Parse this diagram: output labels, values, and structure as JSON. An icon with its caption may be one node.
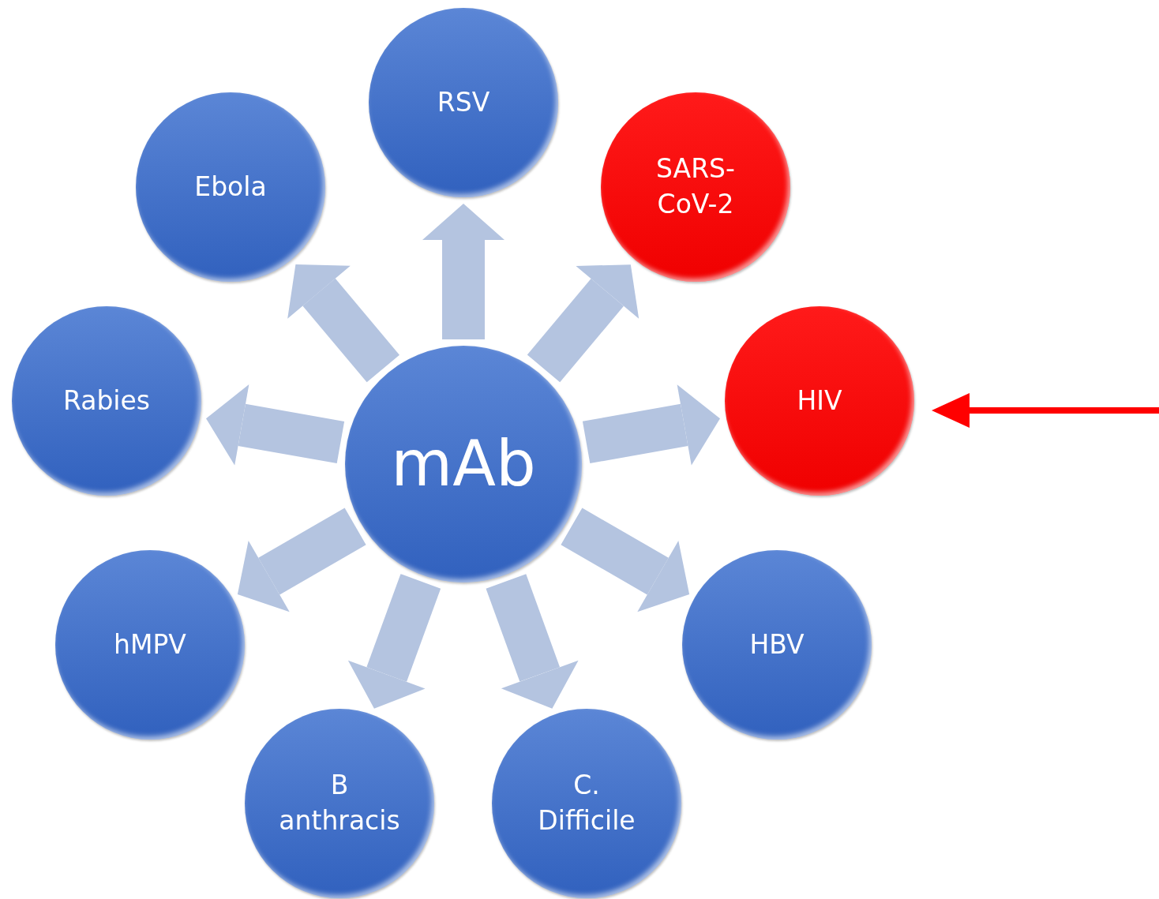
{
  "diagram": {
    "nodes": [
      {
        "text": [
          "mAb"
        ]
      },
      {
        "text": [
          "RSV"
        ]
      },
      {
        "text": [
          "SARS-CoV-2"
        ]
      },
      {
        "text": [
          "HIV"
        ]
      },
      {
        "text": [
          "HBV"
        ]
      },
      {
        "text": [
          "C. Difficile"
        ]
      },
      {
        "text": [
          "B anthracis"
        ]
      },
      {
        "text": [
          "hMPV"
        ]
      },
      {
        "text": [
          "Rabies"
        ]
      },
      {
        "text": [
          "Ebola"
        ]
      }
    ],
    "edges": [
      {
        "from": 0,
        "to": 1,
        "arrow": "to"
      },
      {
        "from": 0,
        "to": 2,
        "arrow": "to"
      },
      {
        "from": 0,
        "to": 3,
        "arrow": "to"
      },
      {
        "from": 0,
        "to": 4,
        "arrow": "to"
      },
      {
        "from": 0,
        "to": 5,
        "arrow": "to"
      },
      {
        "from": 0,
        "to": 6,
        "arrow": "to"
      },
      {
        "from": 0,
        "to": 7,
        "arrow": "to"
      },
      {
        "from": 0,
        "to": 8,
        "arrow": "to"
      },
      {
        "from": 0,
        "to": 9,
        "arrow": "to"
      },
      {
        "from": null,
        "to": 3,
        "arrow": "to",
        "color": "#ff0000"
      }
    ]
  }
}
